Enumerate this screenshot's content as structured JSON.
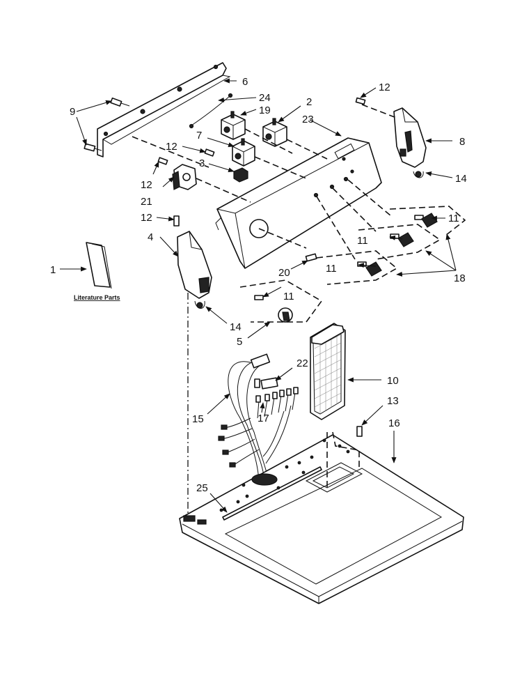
{
  "callouts": {
    "c1": "1",
    "c2": "2",
    "c3": "3",
    "c4": "4",
    "c5": "5",
    "c6": "6",
    "c7": "7",
    "c8": "8",
    "c9": "9",
    "c10": "10",
    "c11a": "11",
    "c11b": "11",
    "c11c": "11",
    "c11d": "11",
    "c12a": "12",
    "c12b": "12",
    "c12c": "12",
    "c12d": "12",
    "c13": "13",
    "c14a": "14",
    "c14b": "14",
    "c15": "15",
    "c16": "16",
    "c17": "17",
    "c18": "18",
    "c19": "19",
    "c20": "20",
    "c21": "21",
    "c22": "22",
    "c23": "23",
    "c24": "24",
    "c25": "25"
  },
  "literature_label": "Literature Parts"
}
